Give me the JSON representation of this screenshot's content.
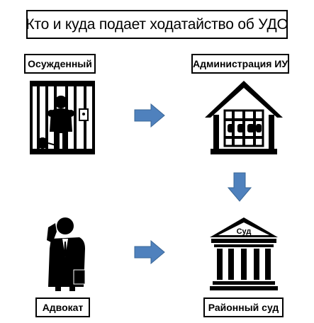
{
  "title": "Кто и куда подает ходатайство об УДО",
  "nodes": {
    "convict": "Осужденный",
    "administration": "Администрация ИУ",
    "lawyer": "Адвокат",
    "court": "Районный суд"
  },
  "court_sign": "Суд",
  "icons": {
    "convict": "prisoner-behind-bars-icon",
    "administration": "correctional-facility-icon",
    "lawyer": "lawyer-on-phone-icon",
    "court": "courthouse-icon",
    "arrow_color": "#4f81bd"
  },
  "edges": [
    {
      "from": "Осужденный",
      "to": "Администрация ИУ"
    },
    {
      "from": "Администрация ИУ",
      "to": "Районный суд"
    },
    {
      "from": "Адвокат",
      "to": "Районный суд"
    }
  ]
}
